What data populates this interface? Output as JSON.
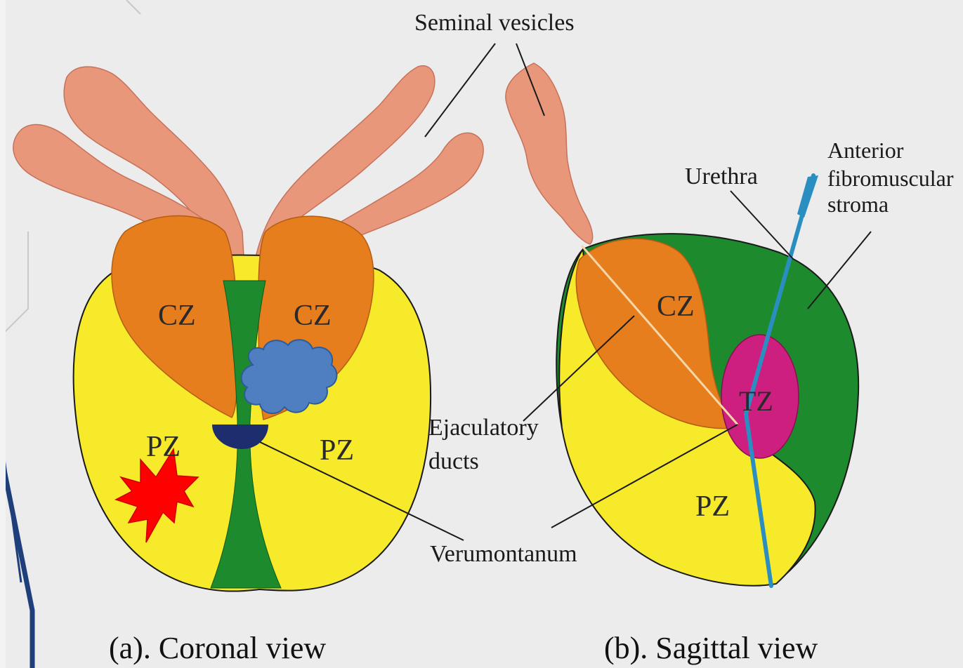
{
  "labels": {
    "seminal_vesicles": "Seminal vesicles",
    "urethra": "Urethra",
    "anterior_line1": "Anterior",
    "anterior_line2": "fibromuscular",
    "anterior_line3": "stroma",
    "ejaculatory_line1": "Ejaculatory",
    "ejaculatory_line2": "ducts",
    "verumontanum": "Verumontanum"
  },
  "zones": {
    "cz": "CZ",
    "pz": "PZ",
    "tz": "TZ"
  },
  "captions": {
    "coronal": "(a). Coronal view",
    "sagittal": "(b). Sagittal view"
  },
  "colors": {
    "background": "#ececec",
    "seminal_vesicle": "#e9977a",
    "central_zone": "#e77e1e",
    "peripheral_zone": "#f6ea2a",
    "stroma": "#1d8a2e",
    "transition_zone": "#cc1f7f",
    "urethra": "#2a8fc0",
    "verumontanum": "#1d2d6e",
    "cloud_marker": "#4f7fc0",
    "burst_marker": "#ff0000",
    "slide_accent": "#1e3f7a"
  }
}
